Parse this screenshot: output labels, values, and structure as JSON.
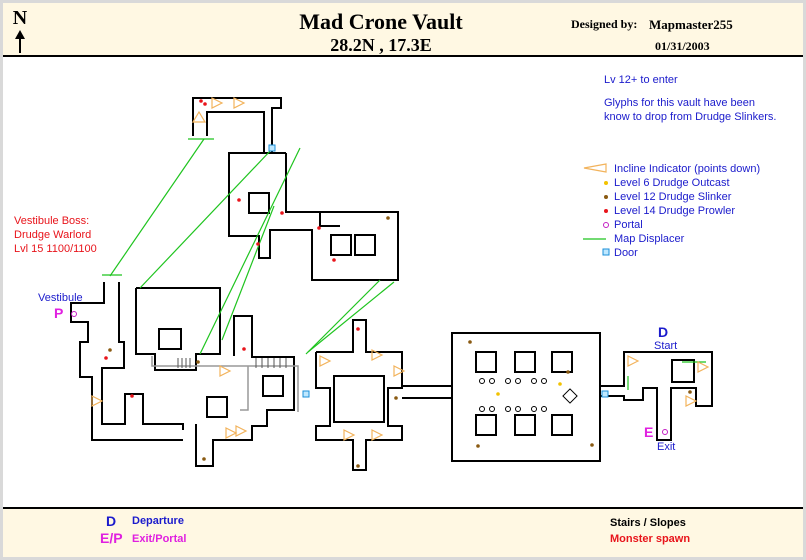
{
  "header": {
    "north_label": "N",
    "title": "Mad Crone Vault",
    "coordinates": "28.2N , 17.3E",
    "designed_by_label": "Designed by:",
    "author": "Mapmaster255",
    "date": "01/31/2003"
  },
  "info": {
    "level_requirement": "Lv 12+ to enter",
    "glyph_note_line1": "Glyphs for this vault have been",
    "glyph_note_line2": "know to drop from Drudge Slinkers."
  },
  "legend": {
    "items": [
      {
        "icon": "incline-icon",
        "label": "Incline Indicator (points down)",
        "color": "#f2b35c"
      },
      {
        "icon": "dot-icon",
        "label": "Level 6 Drudge Outcast",
        "color": "#f2c200"
      },
      {
        "icon": "dot-icon",
        "label": "Level 12 Drudge Slinker",
        "color": "#8a5a12"
      },
      {
        "icon": "dot-icon",
        "label": "Level 14 Drudge Prowler",
        "color": "#e8141b"
      },
      {
        "icon": "portal-icon",
        "label": "Portal",
        "color": "#c41ec4"
      },
      {
        "icon": "line-icon",
        "label": "Map Displacer",
        "color": "#1fc41f"
      },
      {
        "icon": "door-icon",
        "label": "Door",
        "color": "#1b8fd8"
      }
    ]
  },
  "boss": {
    "line1": "Vestibule Boss:",
    "line2": "Drudge Warlord",
    "line3": "Lvl 15 1100/1100"
  },
  "map_labels": {
    "vestibule": "Vestibule",
    "portal_marker": "P",
    "departure_marker": "D",
    "start": "Start",
    "exit_marker": "E",
    "exit": "Exit"
  },
  "footer": {
    "d_marker": "D",
    "departure": "Departure",
    "ep_marker": "E/P",
    "exit_portal": "Exit/Portal",
    "stairs": "Stairs / Slopes",
    "monster_spawn": "Monster spawn"
  },
  "colors": {
    "header_bg": "#fff8e3",
    "legend_text": "#1b1bcc",
    "boss_text": "#e8141b",
    "marker_pink": "#e020e0",
    "displacer": "#1fc41f",
    "incline": "#f2b35c"
  }
}
